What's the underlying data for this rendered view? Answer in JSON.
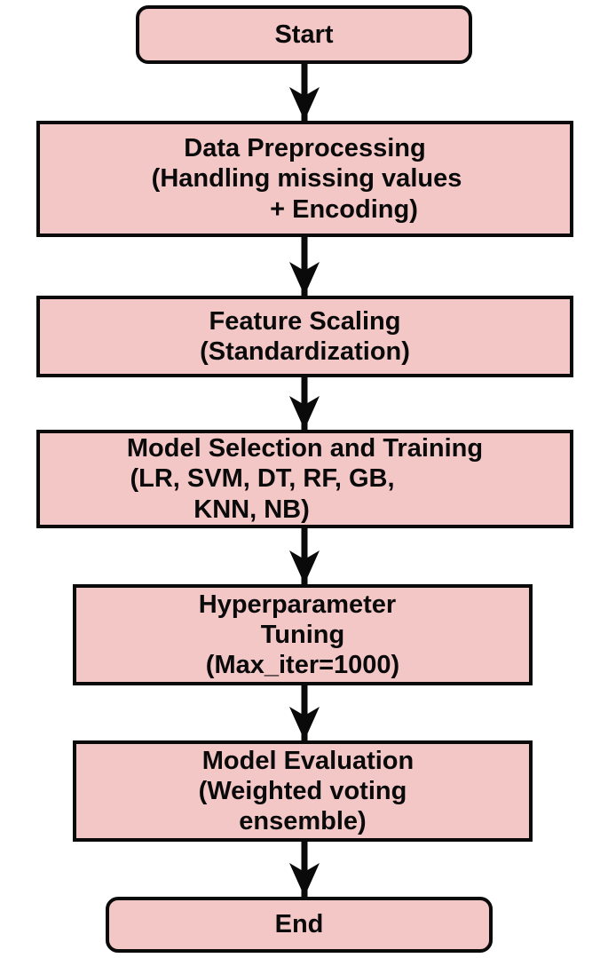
{
  "flowchart": {
    "nodes": [
      {
        "id": "start",
        "shape": "rounded-rectangle",
        "lines": [
          "Start"
        ]
      },
      {
        "id": "preprocessing",
        "shape": "rectangle",
        "lines": [
          "Data Preprocessing",
          "(Handling missing values",
          "+ Encoding)"
        ]
      },
      {
        "id": "scaling",
        "shape": "rectangle",
        "lines": [
          "Feature Scaling",
          "(Standardization)"
        ]
      },
      {
        "id": "model_selection",
        "shape": "rectangle",
        "lines": [
          "Model Selection and Training",
          "(LR, SVM, DT, RF, GB,",
          "KNN, NB)"
        ]
      },
      {
        "id": "tuning",
        "shape": "rectangle",
        "lines": [
          "Hyperparameter",
          "Tuning",
          "(Max_iter=1000)"
        ]
      },
      {
        "id": "evaluation",
        "shape": "rectangle",
        "lines": [
          "Model Evaluation",
          "(Weighted voting",
          "ensemble)"
        ]
      },
      {
        "id": "end",
        "shape": "rounded-rectangle",
        "lines": [
          "End"
        ]
      }
    ],
    "edges": [
      {
        "from": "start",
        "to": "preprocessing"
      },
      {
        "from": "preprocessing",
        "to": "scaling"
      },
      {
        "from": "scaling",
        "to": "model_selection"
      },
      {
        "from": "model_selection",
        "to": "tuning"
      },
      {
        "from": "tuning",
        "to": "evaluation"
      },
      {
        "from": "evaluation",
        "to": "end"
      }
    ]
  },
  "colors": {
    "node_fill": "#f4c7c7",
    "stroke": "#0a0a0a",
    "text": "#0a0a0a"
  }
}
